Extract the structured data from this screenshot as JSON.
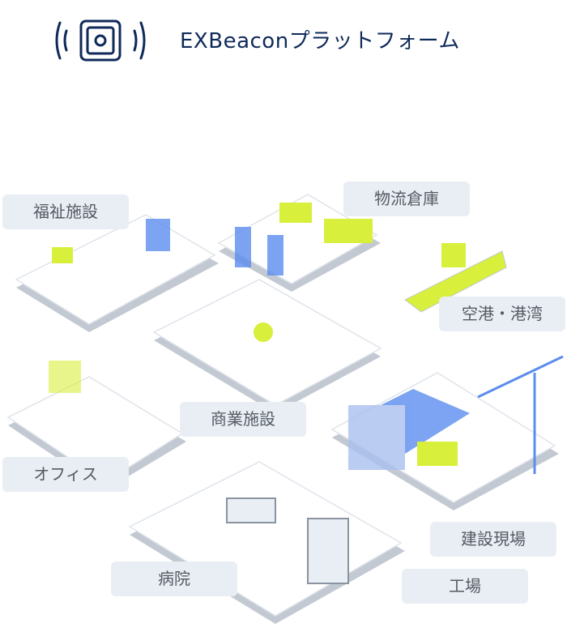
{
  "header": {
    "title": "EXBeaconプラットフォーム",
    "logo_icon": "beacon-signal-icon"
  },
  "areas": [
    {
      "label": "福祉施設"
    },
    {
      "label": "物流倉庫"
    },
    {
      "label": "空港・港湾"
    },
    {
      "label": "商業施設"
    },
    {
      "label": "オフィス"
    },
    {
      "label": "建設現場"
    },
    {
      "label": "病院"
    },
    {
      "label": "工場"
    }
  ],
  "colors": {
    "navy": "#0f2a5a",
    "label_bg": "#e9eef5",
    "accent_lime": "#d8ef3c",
    "accent_blue": "#5b8def",
    "platform_shadow": "#c3c9d2"
  }
}
